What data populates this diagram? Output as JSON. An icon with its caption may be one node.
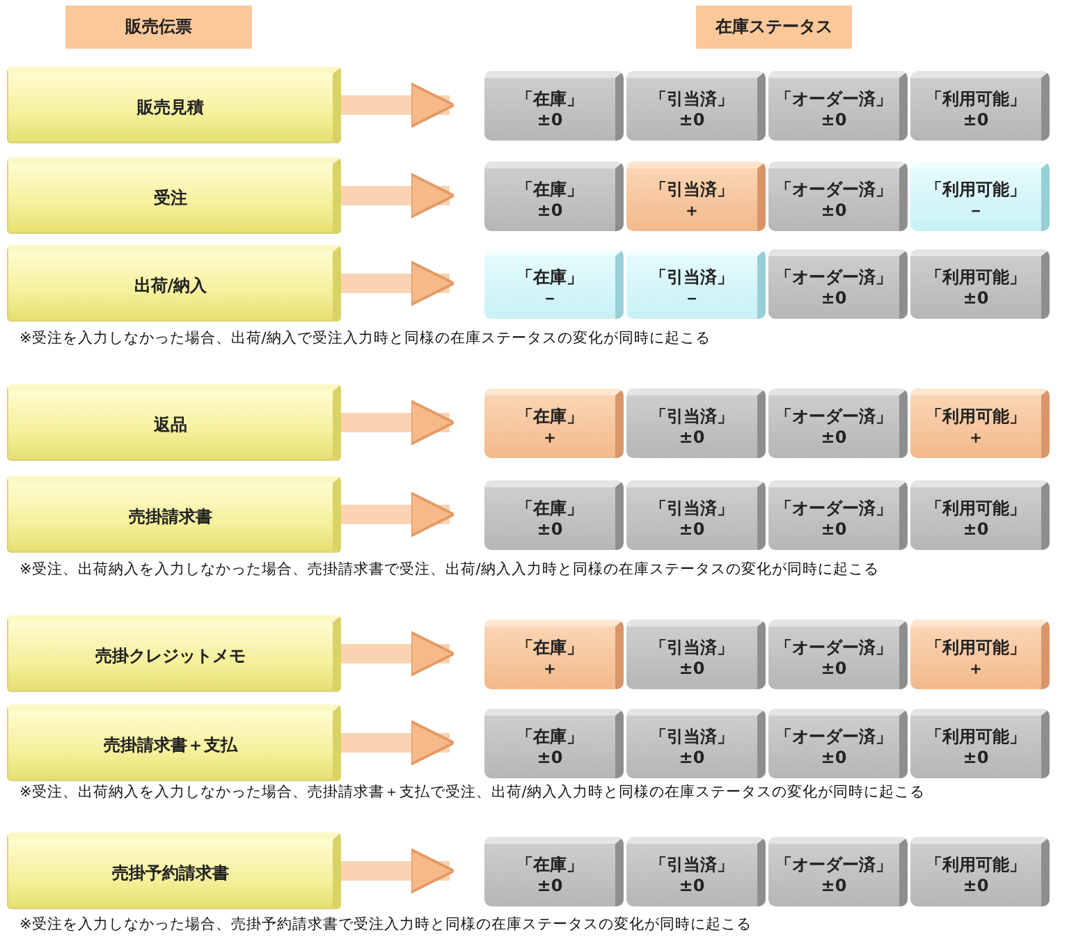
{
  "diagram": {
    "nodes": [
      {
        "text": [
          "販売伝票"
        ]
      },
      {
        "text": [
          "在庫ステータス"
        ]
      },
      {
        "text": [
          "販売見積"
        ]
      },
      {
        "text": [
          "「在庫」",
          "±0"
        ]
      },
      {
        "text": [
          "「引当済」",
          "±0"
        ]
      },
      {
        "text": [
          "「オーダー済」",
          "±0"
        ]
      },
      {
        "text": [
          "「利用可能」",
          "±0"
        ]
      },
      {
        "text": [
          "受注"
        ]
      },
      {
        "text": [
          "「在庫」",
          "±0"
        ]
      },
      {
        "text": [
          "「引当済」",
          "＋"
        ]
      },
      {
        "text": [
          "「オーダー済」",
          "±0"
        ]
      },
      {
        "text": [
          "「利用可能」",
          "－"
        ]
      },
      {
        "text": [
          "出荷/納入"
        ]
      },
      {
        "text": [
          "「在庫」",
          "－"
        ]
      },
      {
        "text": [
          "「引当済」",
          "－"
        ]
      },
      {
        "text": [
          "「オーダー済」",
          "±0"
        ]
      },
      {
        "text": [
          "「利用可能」",
          "±0"
        ]
      },
      {
        "text": [
          "返品"
        ]
      },
      {
        "text": [
          "「在庫」",
          "＋"
        ]
      },
      {
        "text": [
          "「引当済」",
          "±0"
        ]
      },
      {
        "text": [
          "「オーダー済」",
          "±0"
        ]
      },
      {
        "text": [
          "「利用可能」",
          "＋"
        ]
      },
      {
        "text": [
          "売掛請求書"
        ]
      },
      {
        "text": [
          "「在庫」",
          "±0"
        ]
      },
      {
        "text": [
          "「引当済」",
          "±0"
        ]
      },
      {
        "text": [
          "「オーダー済」",
          "±0"
        ]
      },
      {
        "text": [
          "「利用可能」",
          "±0"
        ]
      },
      {
        "text": [
          "売掛クレジットメモ"
        ]
      },
      {
        "text": [
          "「在庫」",
          "＋"
        ]
      },
      {
        "text": [
          "「引当済」",
          "±0"
        ]
      },
      {
        "text": [
          "「オーダー済」",
          "±0"
        ]
      },
      {
        "text": [
          "「利用可能」",
          "＋"
        ]
      },
      {
        "text": [
          "売掛請求書＋支払"
        ]
      },
      {
        "text": [
          "「在庫」",
          "±0"
        ]
      },
      {
        "text": [
          "「引当済」",
          "±0"
        ]
      },
      {
        "text": [
          "「オーダー済」",
          "±0"
        ]
      },
      {
        "text": [
          "「利用可能」",
          "±0"
        ]
      },
      {
        "text": [
          "売掛予約請求書"
        ]
      },
      {
        "text": [
          "「在庫」",
          "±0"
        ]
      },
      {
        "text": [
          "「引当済」",
          "±0"
        ]
      },
      {
        "text": [
          "「オーダー済」",
          "±0"
        ]
      },
      {
        "text": [
          "「利用可能」",
          "±0"
        ]
      }
    ],
    "edges": [
      {
        "from": 2,
        "to": 3,
        "arrow": "to"
      },
      {
        "from": 7,
        "to": 8,
        "arrow": "to"
      },
      {
        "from": 12,
        "to": 13,
        "arrow": "to"
      },
      {
        "from": 17,
        "to": 18,
        "arrow": "to"
      },
      {
        "from": 22,
        "to": 23,
        "arrow": "to"
      },
      {
        "from": 27,
        "to": 28,
        "arrow": "to"
      },
      {
        "from": 32,
        "to": 33,
        "arrow": "to"
      },
      {
        "from": 37,
        "to": 38,
        "arrow": "to"
      }
    ],
    "labels": [
      "※受注を入力しなかった場合、出荷/納入で受注入力時と同様の在庫ステータスの変化が同時に起こる",
      "※受注、出荷納入を入力しなかった場合、売掛請求書で受注、出荷/納入入力時と同様の在庫ステータスの変化が同時に起こる",
      "※受注、出荷納入を入力しなかった場合、売掛請求書＋支払で受注、出荷/納入入力時と同様の在庫ステータスの変化が同時に起こる",
      "※受注を入力しなかった場合、売掛予約請求書で受注入力時と同様の在庫ステータスの変化が同時に起こる"
    ]
  }
}
